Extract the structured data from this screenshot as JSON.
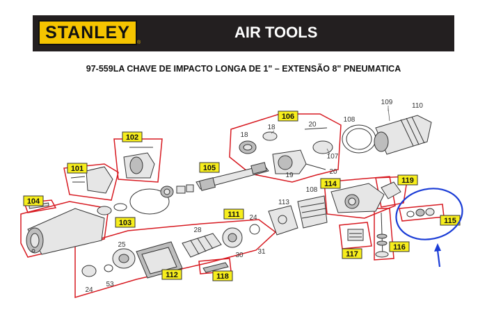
{
  "header": {
    "brand": "STANLEY",
    "title": "AIR TOOLS",
    "brand_color": "#f5c400",
    "bar_color": "#231f20"
  },
  "subtitle": "97-559LA   CHAVE DE IMPACTO LONGA DE 1\" – EXTENSÃO 8\" PNEUMATICA",
  "diagram": {
    "group_color": "#d71920",
    "label_color": "#f7ee1c",
    "callout_color": "#1a3cd6",
    "boxed_labels": {
      "b101": "101",
      "b102": "102",
      "b103": "103",
      "b104": "104",
      "b105": "105",
      "b106": "106",
      "b111": "111",
      "b112": "112",
      "b114": "114",
      "b115": "115",
      "b116": "116",
      "b117": "117",
      "b118": "118",
      "b119": "119"
    },
    "part_numbers": {
      "p109": "109",
      "p110": "110",
      "p108a": "108",
      "p18a": "18",
      "p18b": "18",
      "p20a": "20",
      "p107": "107",
      "p19": "19",
      "p20b": "20",
      "p108b": "108",
      "p113": "113",
      "p28": "28",
      "p24a": "24",
      "p30": "30",
      "p31": "31",
      "p25": "25",
      "p24b": "24",
      "p53": "53"
    }
  }
}
